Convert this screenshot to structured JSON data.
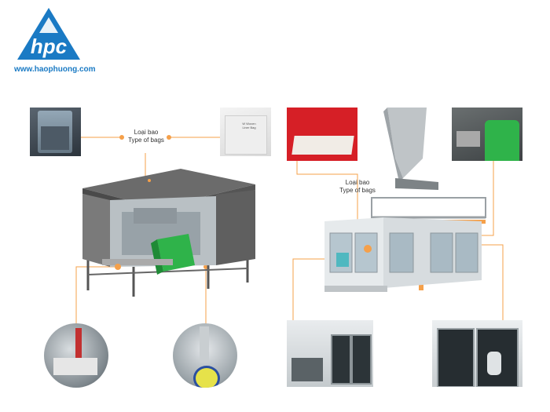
{
  "logo": {
    "text": "hpc",
    "url": "www.haophuong.com"
  },
  "left_machine": {
    "label_vi": "Loại bao",
    "label_en": "Type of bags",
    "bag_text_1": "W Woven",
    "bag_text_2": "Liner Bag"
  },
  "right_machine": {
    "label_vi": "Loại bao",
    "label_en": "Type of bags"
  },
  "colors": {
    "accent_orange": "#f5a04a",
    "brand_blue": "#1a7ac4",
    "machine_green": "#2fb34a"
  }
}
